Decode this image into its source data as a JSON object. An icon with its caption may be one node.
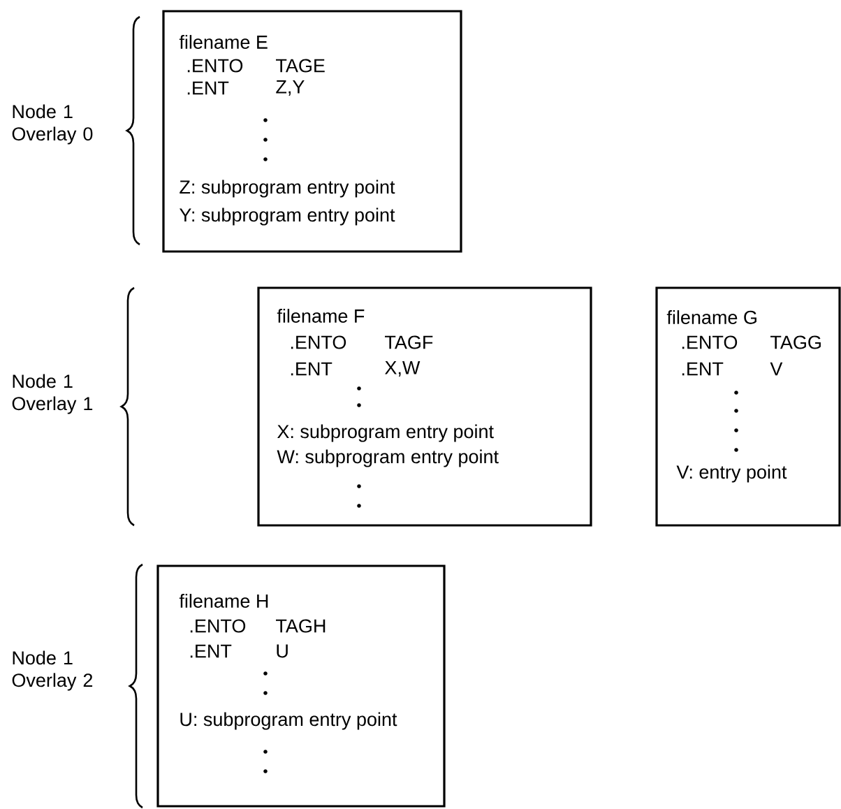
{
  "diagram": {
    "nodes": [
      {
        "text": [
          "filename E",
          ".ENTO",
          "TAGE",
          ".ENT",
          "Z,Y",
          "Z: subprogram entry point",
          "Y: subprogram entry point"
        ]
      },
      {
        "text": [
          "filename F",
          ".ENTO",
          "TAGF",
          ".ENT",
          "X,W",
          "X: subprogram entry point",
          "W: subprogram entry point"
        ]
      },
      {
        "text": [
          "filename G",
          ".ENTO",
          "TAGG",
          ".ENT",
          "V",
          "V: entry point"
        ]
      },
      {
        "text": [
          "filename H",
          ".ENTO",
          "TAGH",
          ".ENT",
          "U",
          "U: subprogram entry point"
        ]
      }
    ],
    "labels": [
      "Node 1 Overlay 0",
      "Node 1 Overlay 1",
      "Node 1 Overlay 2"
    ]
  }
}
